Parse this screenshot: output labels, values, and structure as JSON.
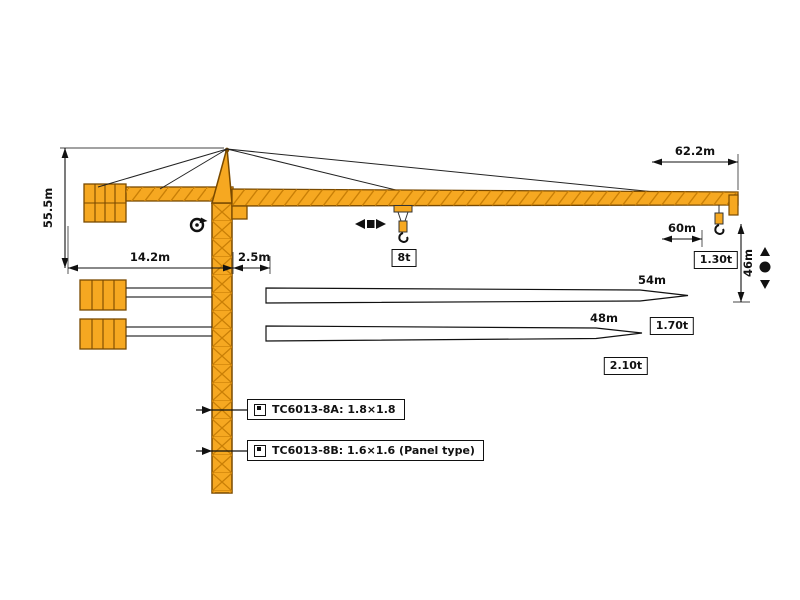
{
  "diagram": {
    "colors": {
      "crane_orange": "#F6A821",
      "crane_outline": "#7A4A00",
      "line": "#111111"
    },
    "crane": {
      "total_height": "55.5m",
      "counter_jib_radius": "14.2m",
      "rear_slew_radius": "2.5m",
      "max_jib_length": "62.2m",
      "radius_60": "60m",
      "load_at_60m": "1.30t",
      "max_load": "8t",
      "hook_height": "46m"
    },
    "jib_options": [
      {
        "length": "54m",
        "tip_load": "1.70t"
      },
      {
        "length": "48m",
        "tip_load": "2.10t"
      }
    ],
    "mast_sections": [
      {
        "label": "TC6013-8A: 1.8×1.8"
      },
      {
        "label": "TC6013-8B: 1.6×1.6 (Panel type)"
      }
    ]
  }
}
